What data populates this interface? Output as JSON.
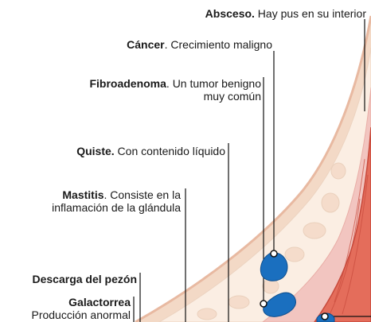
{
  "labels": {
    "absceso": {
      "term": "Absceso.",
      "desc": " Hay pus en su interior"
    },
    "cancer": {
      "term": "Cáncer",
      "desc": ". Crecimiento maligno"
    },
    "fibroadenoma": {
      "term": "Fibroadenoma",
      "desc": ". Un tumor benigno",
      "desc2": "muy común"
    },
    "quiste": {
      "term": "Quiste.",
      "desc": " Con contenido líquido"
    },
    "mastitis": {
      "term": "Mastitis",
      "desc": ". Consiste en la",
      "desc2": "inflamación de la glándula"
    },
    "descarga": {
      "term": "Descarga del pezón"
    },
    "galactorrea": {
      "term": "Galactorrea",
      "desc": "Producción anormal"
    }
  },
  "colors": {
    "skin": "#f3d9c6",
    "skin_edge": "#e8b9a1",
    "fat": "#fbeee3",
    "gland": "#f2c5c0",
    "muscle": "#e46d5b",
    "muscle_dark": "#c84a3c",
    "lesion": "#1a6fbf",
    "leader": "#111111"
  }
}
